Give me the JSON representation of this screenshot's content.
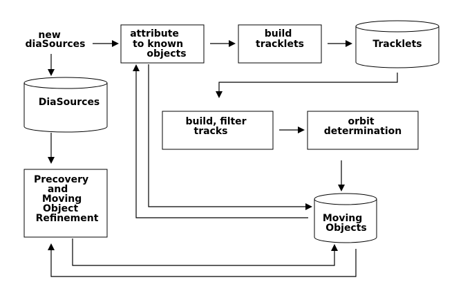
{
  "diagram": {
    "nodes": {
      "new_diasources": {
        "lines": [
          "new",
          "diaSources"
        ]
      },
      "attribute": {
        "lines": [
          "attribute",
          "to known",
          "objects"
        ]
      },
      "build_tracklets": {
        "lines": [
          "build",
          "tracklets"
        ]
      },
      "tracklets_db": {
        "lines": [
          "Tracklets"
        ]
      },
      "diasources_db": {
        "lines": [
          "DiaSources"
        ]
      },
      "build_filter_tracks": {
        "lines": [
          "build, filter",
          "tracks"
        ]
      },
      "orbit_determination": {
        "lines": [
          "orbit",
          "determination"
        ]
      },
      "precovery": {
        "lines": [
          "Precovery",
          "and",
          "Moving",
          "Object",
          "Refinement"
        ]
      },
      "moving_objects_db": {
        "lines": [
          "Moving",
          "Objects"
        ]
      }
    }
  }
}
